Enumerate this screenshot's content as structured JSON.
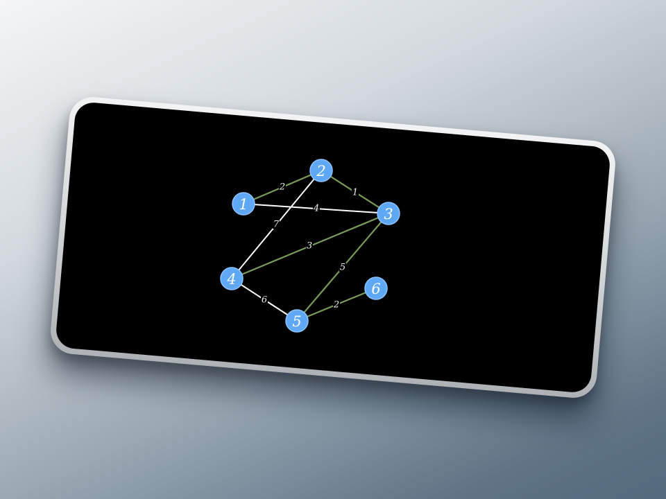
{
  "graph": {
    "colors": {
      "mst_edge": "#7a9c5a",
      "other_edge": "#ffffff",
      "node_fill": "#5ea8f5",
      "node_stroke": "#8cc4ff",
      "background": "#000000"
    },
    "nodes": [
      {
        "id": "1",
        "label": "1"
      },
      {
        "id": "2",
        "label": "2"
      },
      {
        "id": "3",
        "label": "3"
      },
      {
        "id": "4",
        "label": "4"
      },
      {
        "id": "5",
        "label": "5"
      },
      {
        "id": "6",
        "label": "6"
      }
    ],
    "edges": [
      {
        "from": "1",
        "to": "2",
        "weight": "2",
        "highlighted": true
      },
      {
        "from": "2",
        "to": "3",
        "weight": "1",
        "highlighted": true
      },
      {
        "from": "1",
        "to": "3",
        "weight": "4",
        "highlighted": false
      },
      {
        "from": "2",
        "to": "4",
        "weight": "7",
        "highlighted": false
      },
      {
        "from": "3",
        "to": "4",
        "weight": "3",
        "highlighted": true
      },
      {
        "from": "3",
        "to": "5",
        "weight": "5",
        "highlighted": true
      },
      {
        "from": "4",
        "to": "5",
        "weight": "6",
        "highlighted": false
      },
      {
        "from": "5",
        "to": "6",
        "weight": "2",
        "highlighted": true
      }
    ]
  }
}
